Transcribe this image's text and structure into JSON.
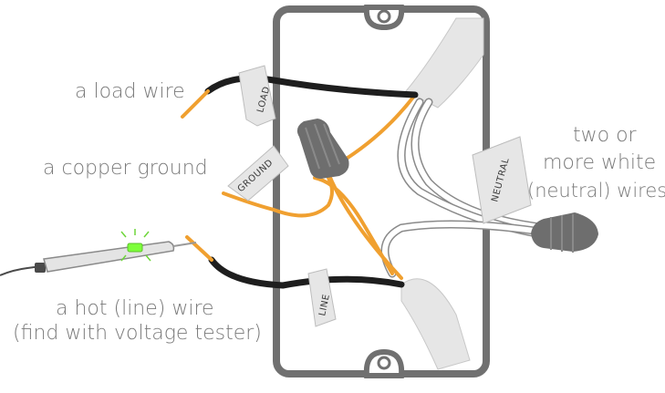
{
  "labels": {
    "load_wire": "a load wire",
    "copper_ground": "a copper ground",
    "hot_line_1": "a hot (line) wire",
    "hot_line_2": "(find with voltage tester)",
    "neutral_1": "two or",
    "neutral_2": "more white",
    "neutral_3": "(neutral) wires"
  },
  "tags": {
    "load": "LOAD",
    "ground": "GROUND",
    "neutral": "NEUTRAL",
    "line": "LINE"
  },
  "colors": {
    "box_outline": "#707070",
    "wire_black": "#1e1e1e",
    "wire_copper": "#f0a030",
    "wire_white": "#ffffff",
    "wire_white_edge": "#8a8a8a",
    "cable_sheath": "#e8e8e8",
    "wire_nut": "#6e6e6e",
    "tester_glow": "#7dff3a",
    "caption_text": "#7a7a7a"
  },
  "icons": [
    "wire-nut-icon",
    "voltage-tester-icon",
    "screw-hole-icon"
  ]
}
